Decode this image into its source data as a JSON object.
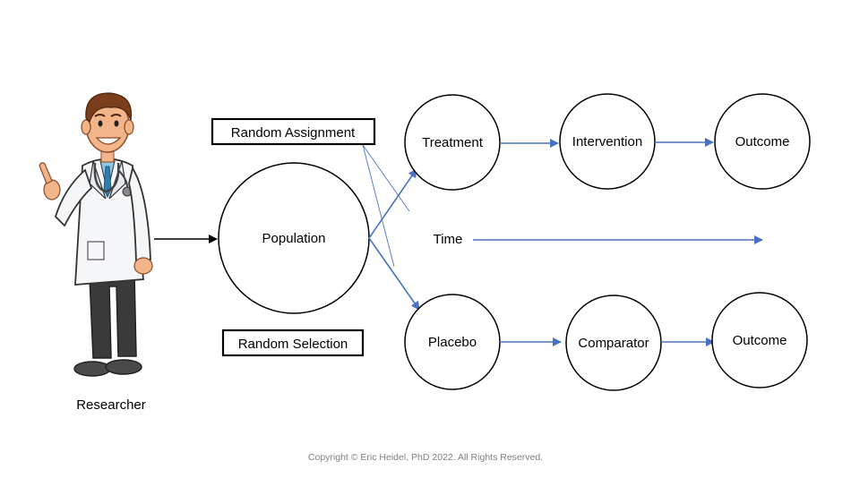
{
  "researcher": {
    "label": "Researcher",
    "icon": "doctor-figure-icon"
  },
  "population": {
    "label": "Population"
  },
  "boxes": {
    "random_assignment": "Random Assignment",
    "random_selection": "Random Selection"
  },
  "treatment_arm": {
    "group": "Treatment",
    "intervention": "Intervention",
    "outcome": "Outcome"
  },
  "control_arm": {
    "group": "Placebo",
    "comparator": "Comparator",
    "outcome": "Outcome"
  },
  "time": {
    "label": "Time"
  },
  "copyright": "Copyright © Eric Heidel, PhD 2022. All Rights Reserved.",
  "colors": {
    "arrow_blue": "#4a72c4",
    "arrow_black": "#000000",
    "coat": "#f4f6f8",
    "hair": "#7a3e1c",
    "skin": "#f2b489",
    "trousers": "#3a3a3a",
    "copyright_gray": "#7f7f7f"
  }
}
